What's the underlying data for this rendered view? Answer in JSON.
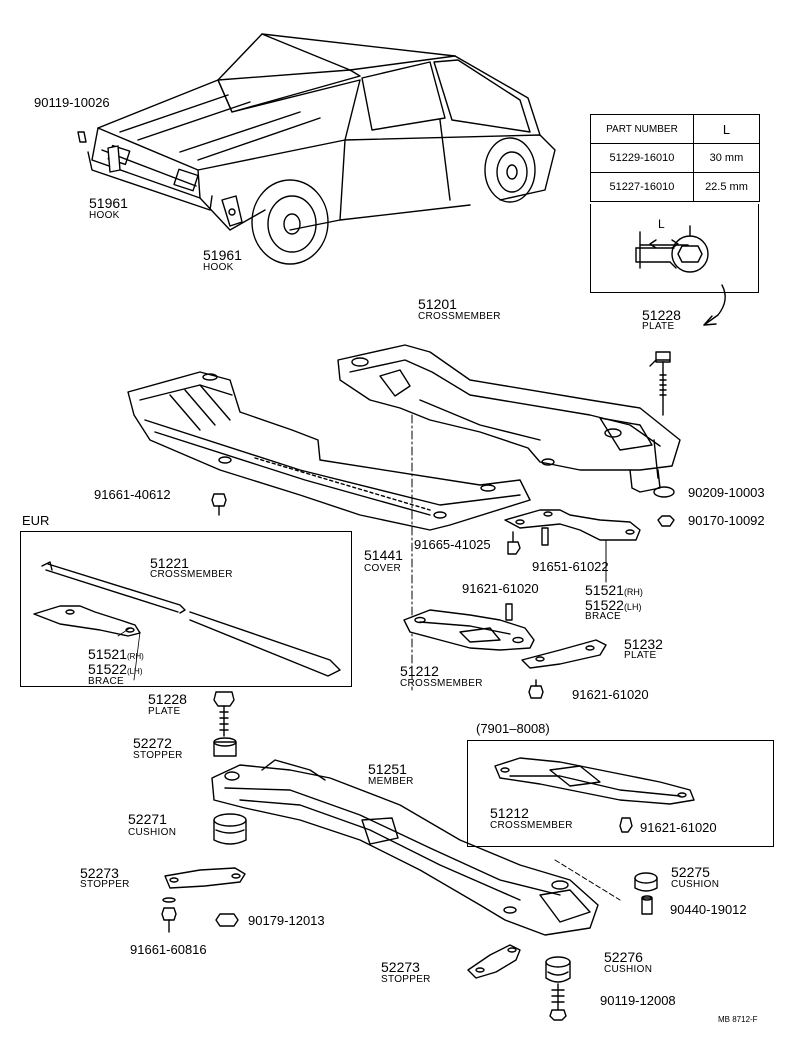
{
  "diagram": {
    "labels": {
      "hook_top_pn": "90119-10026",
      "hook_left_pn": "51961",
      "hook_left_nm": "HOOK",
      "hook_mid_pn": "51961",
      "hook_mid_nm": "HOOK",
      "cross_top_pn": "51201",
      "cross_top_nm": "CROSSMEMBER",
      "plate_top_pn": "51228",
      "plate_top_nm": "PLATE",
      "bolt_9020": "90209-10003",
      "nut_9017": "90170-10092",
      "bolt_91661a": "91661-40612",
      "cover_pn": "51441",
      "cover_nm": "COVER",
      "bolt_91665": "91665-41025",
      "bolt_91651": "91651-61022",
      "brace_rh": "51521",
      "brace_rh_sfx": "(RH)",
      "brace_lh": "51522",
      "brace_lh_sfx": "(LH)",
      "brace_nm": "BRACE",
      "bolt_91621a": "91621-61020",
      "cross_mid_pn": "51212",
      "cross_mid_nm": "CROSSMEMBER",
      "plate_mid_pn": "51232",
      "plate_mid_nm": "PLATE",
      "bolt_91621b": "91621-61020",
      "eur": "EUR",
      "eur_cross_pn": "51221",
      "eur_cross_nm": "CROSSMEMBER",
      "eur_brace_rh": "51521",
      "eur_brace_rh_sfx": "(RH)",
      "eur_brace_lh": "51522",
      "eur_brace_lh_sfx": "(LH)",
      "eur_brace_nm": "BRACE",
      "plate_low_pn": "51228",
      "plate_low_nm": "PLATE",
      "stopper_a_pn": "52272",
      "stopper_a_nm": "STOPPER",
      "member_pn": "51251",
      "member_nm": "MEMBER",
      "date_range": "(7901–8008)",
      "cross_box_pn": "51212",
      "cross_box_nm": "CROSSMEMBER",
      "bolt_91621c": "91621-61020",
      "cushion_a_pn": "52271",
      "cushion_a_nm": "CUSHION",
      "stopper_b_pn": "52273",
      "stopper_b_nm": "STOPPER",
      "cushion_b_pn": "52275",
      "cushion_b_nm": "CUSHION",
      "nut_90179": "90179-12013",
      "bolt_90440": "90440-19012",
      "bolt_91661b": "91661-60816",
      "stopper_c_pn": "52273",
      "stopper_c_nm": "STOPPER",
      "cushion_c_pn": "52276",
      "cushion_c_nm": "CUSHION",
      "bolt_90119": "90119-12008",
      "code": "MB 8712-F"
    },
    "table": {
      "header_part": "PART NUMBER",
      "header_l": "L",
      "rows": [
        {
          "part": "51229-16010",
          "l": "30 mm"
        },
        {
          "part": "51227-16010",
          "l": "22.5 mm"
        }
      ],
      "dim_label": "L"
    }
  }
}
